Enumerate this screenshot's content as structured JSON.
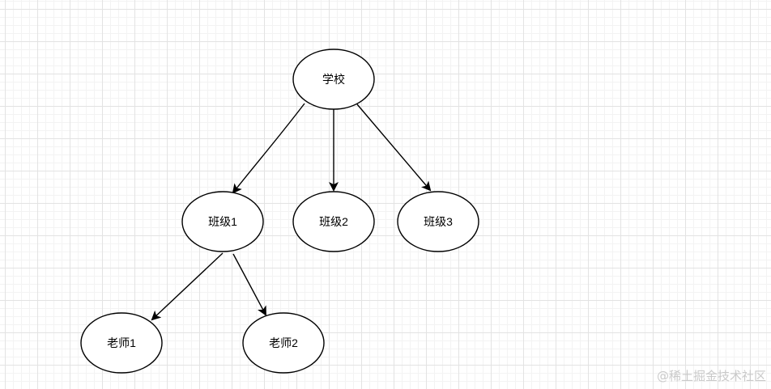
{
  "nodes": {
    "school": "学校",
    "class1": "班级1",
    "class2": "班级2",
    "class3": "班级3",
    "teacher1": "老师1",
    "teacher2": "老师2"
  },
  "watermark": "@稀土掘金技术社区"
}
